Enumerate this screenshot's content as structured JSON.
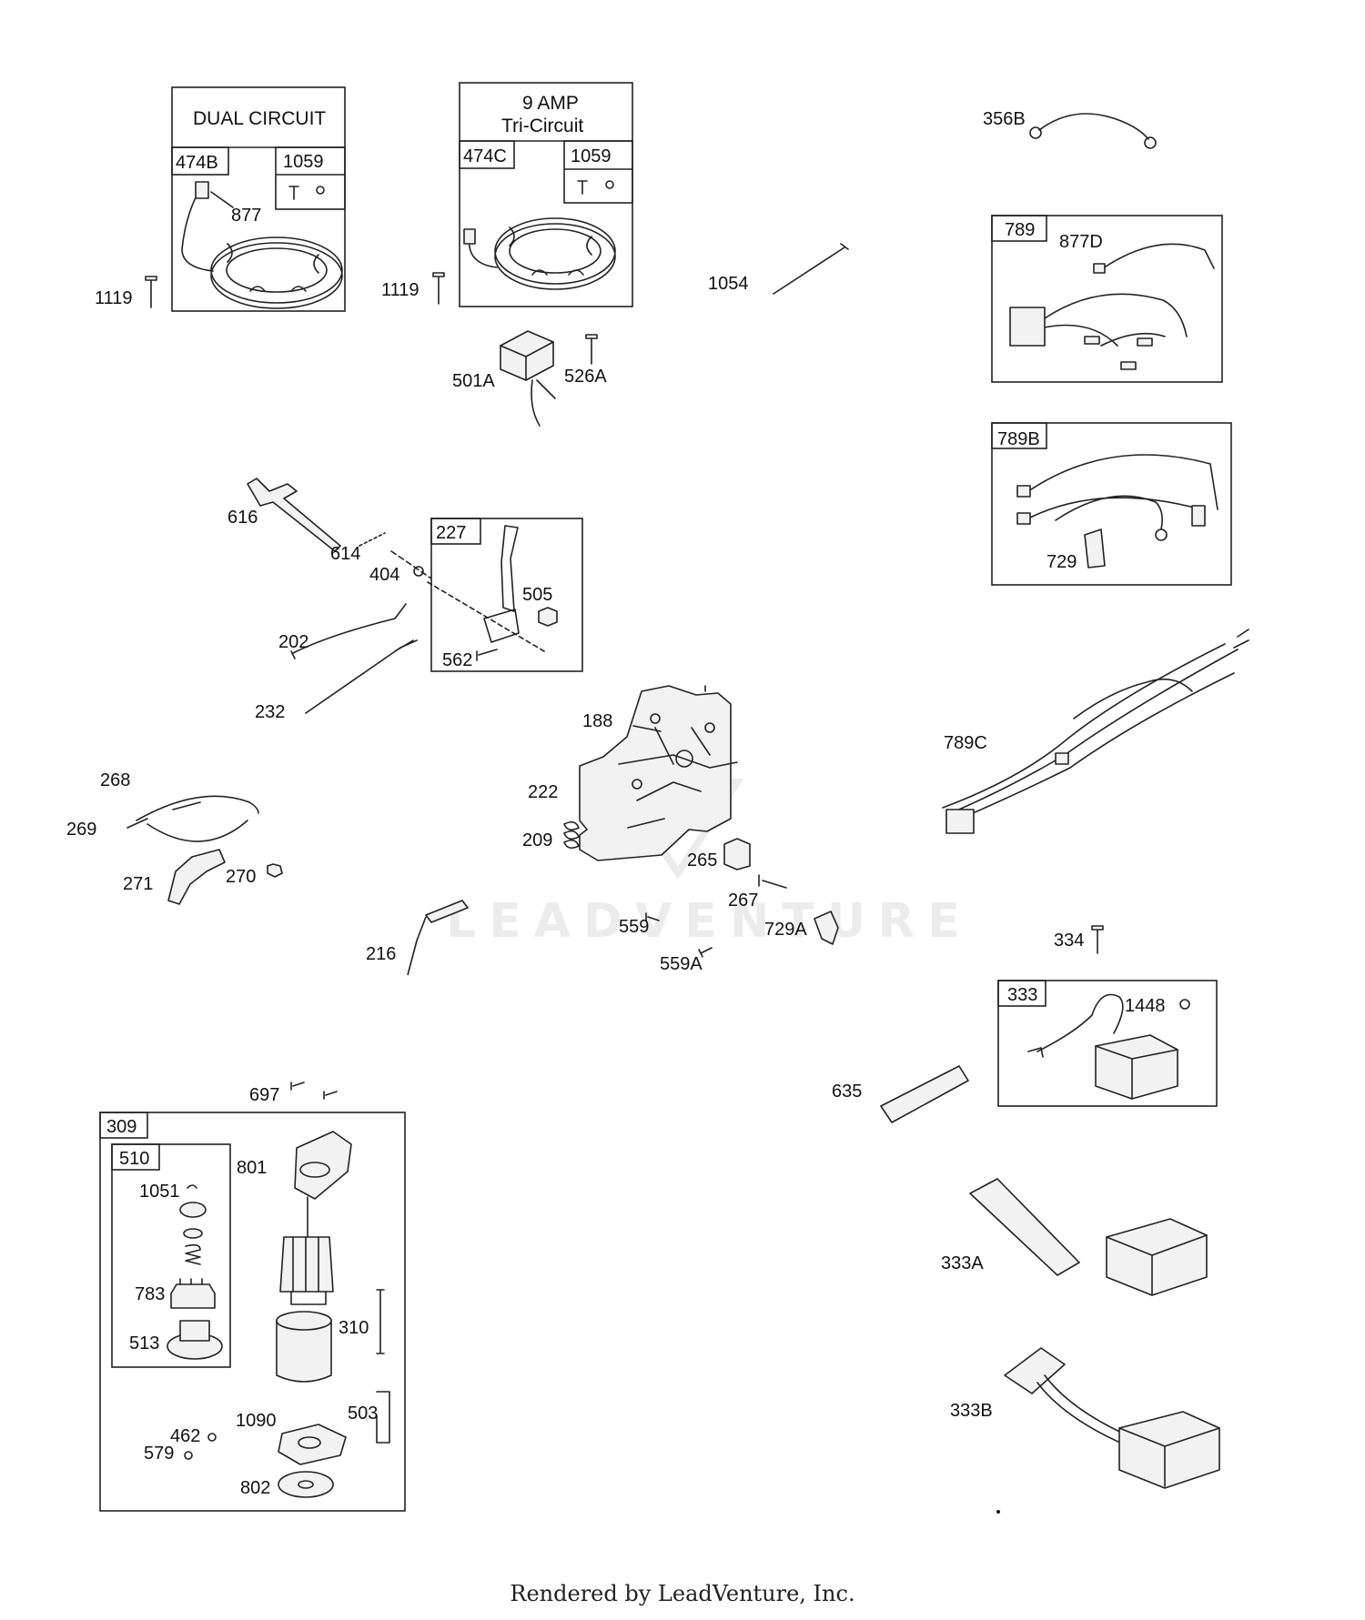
{
  "boxes": {
    "dual_circuit": {
      "header": "DUAL CIRCUIT",
      "part": "474B",
      "hardware": "1059"
    },
    "tri_circuit": {
      "header_line1": "9   AMP",
      "header_line2": "Tri-Circuit",
      "part": "474C",
      "hardware": "1059"
    },
    "b789": "789",
    "b789B": "789B",
    "b227": "227",
    "b333": "333",
    "b309": "309",
    "b510": "510"
  },
  "labels": {
    "p877": "877",
    "p1119a": "1119",
    "p1119b": "1119",
    "p501A": "501A",
    "p526A": "526A",
    "p1054": "1054",
    "p356B": "356B",
    "p877D": "877D",
    "p729": "729",
    "p616": "616",
    "p614": "614",
    "p404": "404",
    "p505": "505",
    "p562": "562",
    "p202": "202",
    "p232": "232",
    "p188": "188",
    "p222": "222",
    "p209": "209",
    "p265": "265",
    "p267": "267",
    "p559": "559",
    "p559A": "559A",
    "p729A": "729A",
    "p216": "216",
    "p268": "268",
    "p269": "269",
    "p271": "271",
    "p270": "270",
    "p789C": "789C",
    "p334": "334",
    "p1448": "1448",
    "p635": "635",
    "p333A": "333A",
    "p333B": "333B",
    "p697": "697",
    "p801": "801",
    "p1051": "1051",
    "p783": "783",
    "p513": "513",
    "p310": "310",
    "p503": "503",
    "p1090": "1090",
    "p462": "462",
    "p579": "579",
    "p802": "802"
  },
  "watermark": "LEADVENTURE",
  "footer": "Rendered by LeadVenture, Inc."
}
